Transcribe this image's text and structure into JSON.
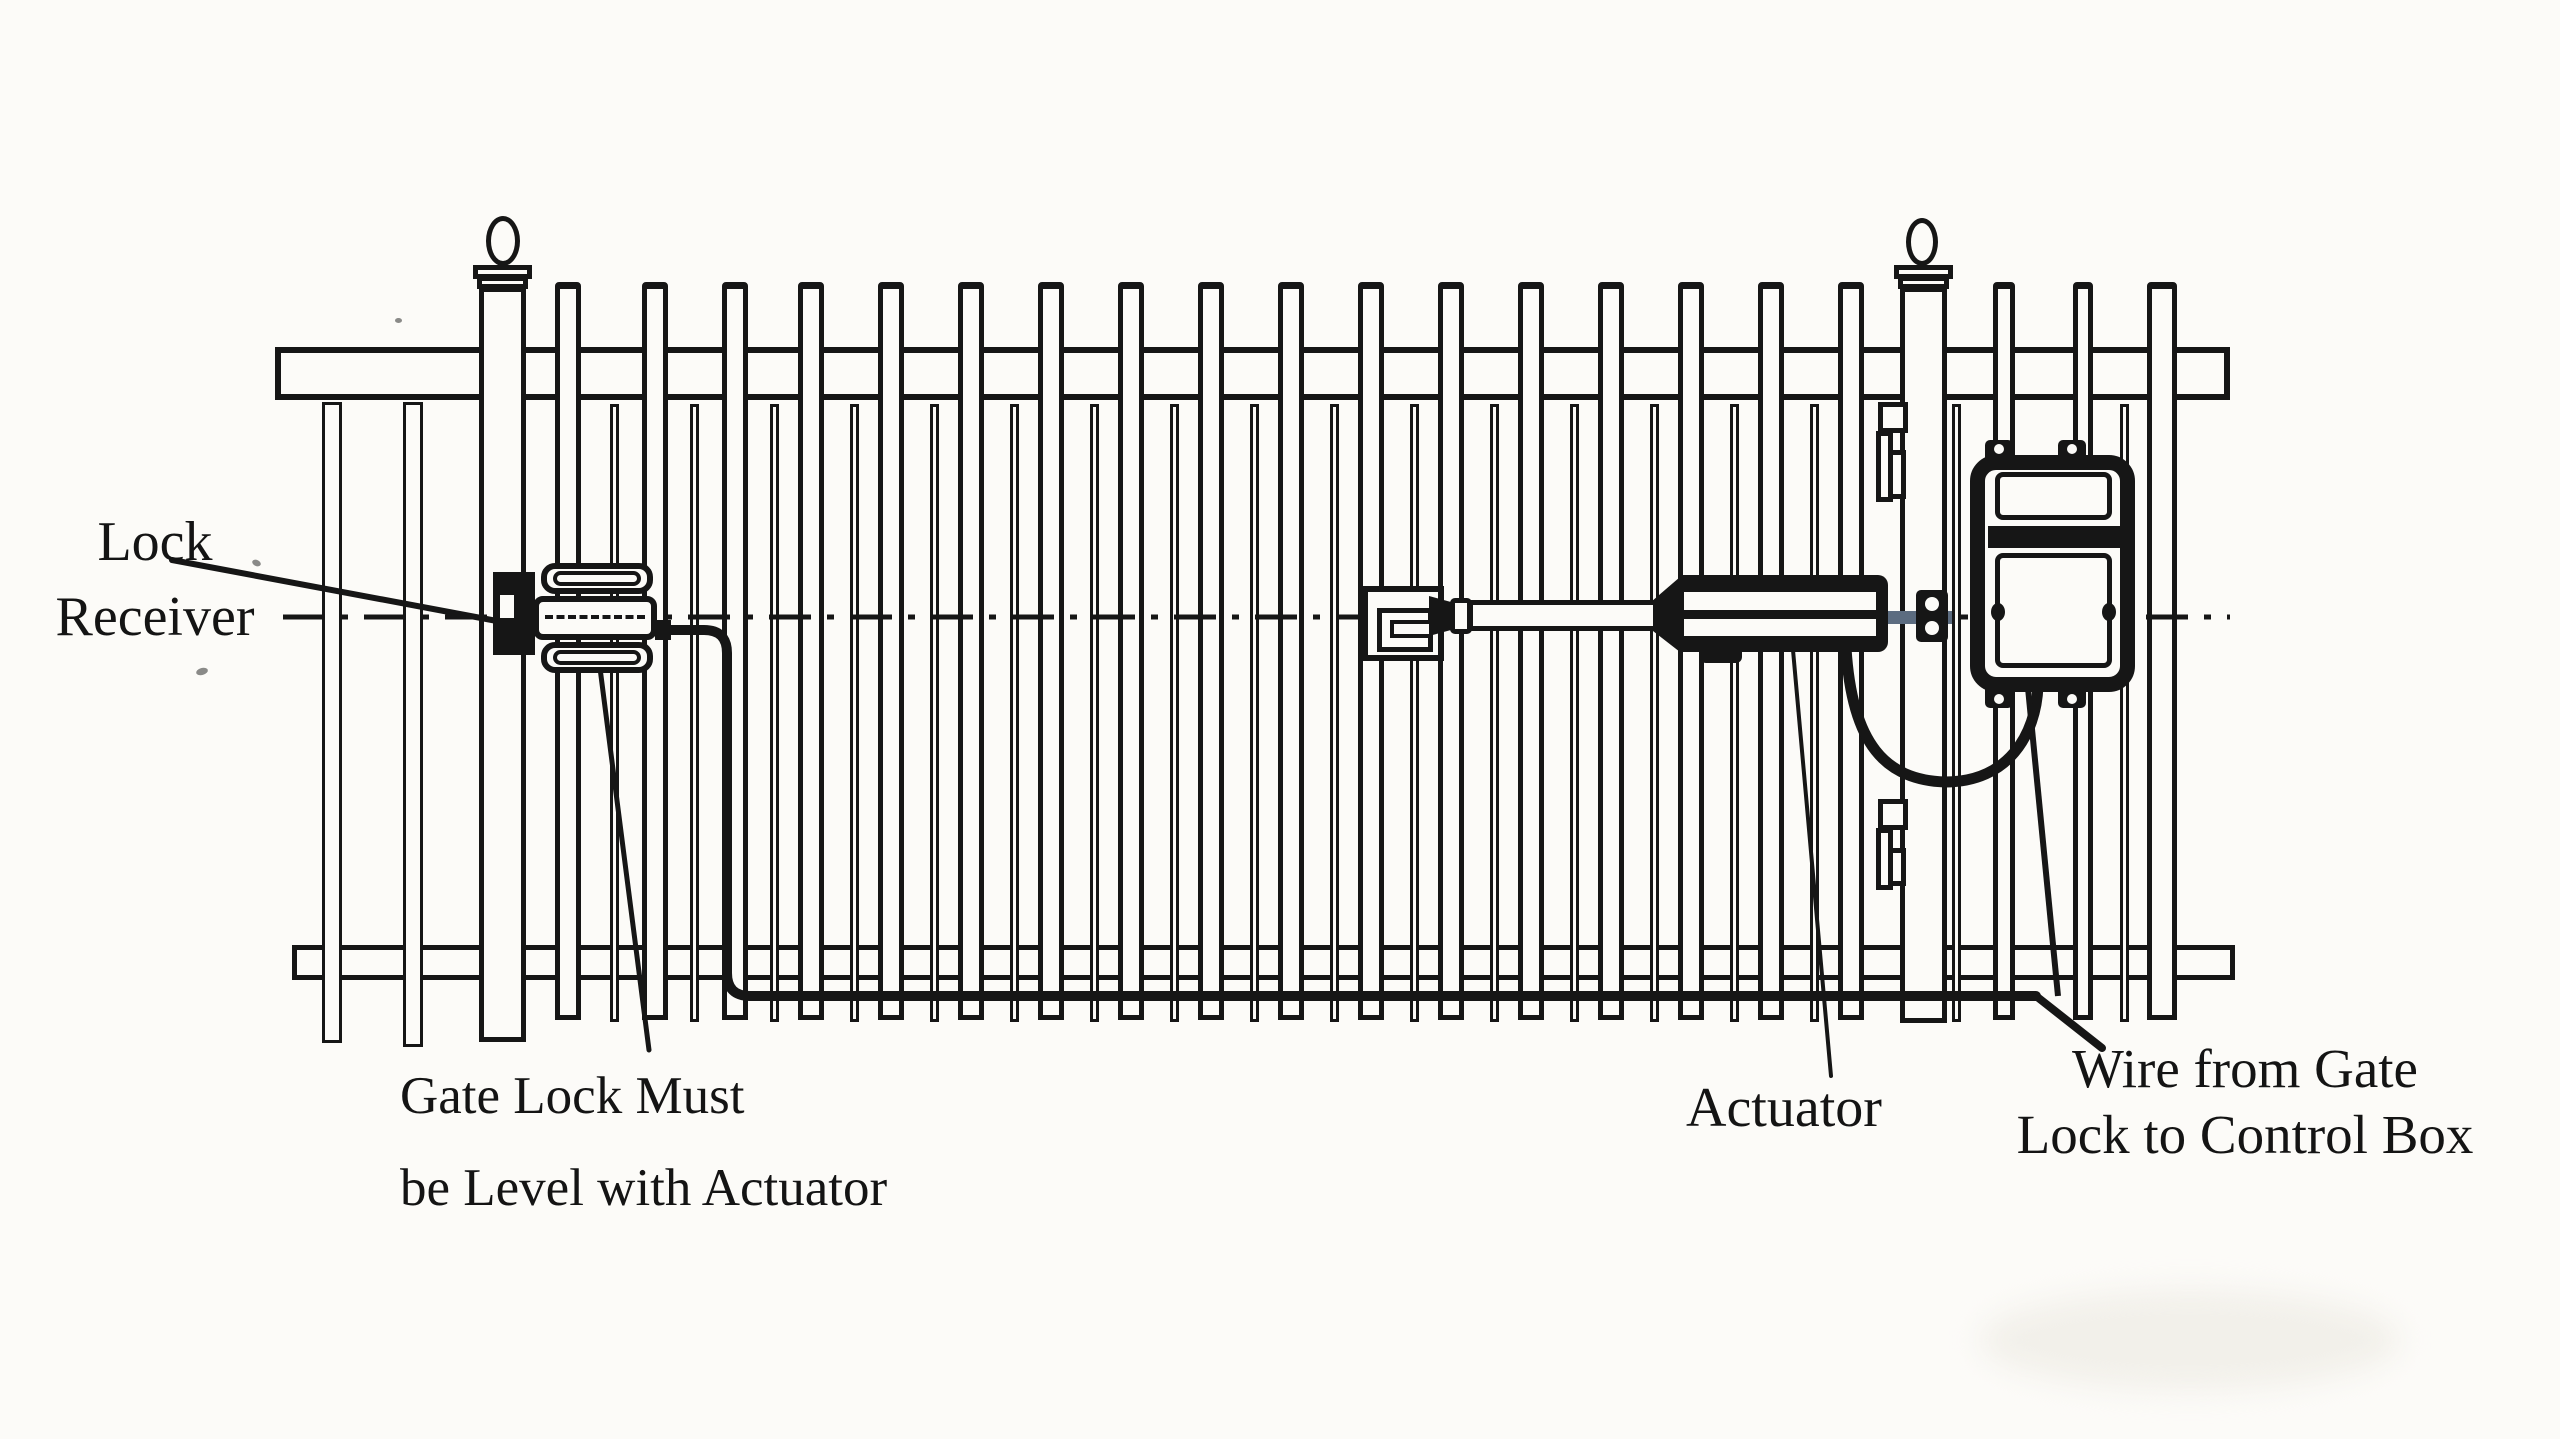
{
  "diagram": {
    "title_semantic": "gate-actuator-installation-diagram",
    "style": "black-and-white line drawing of a picket fence gate with automatic opener",
    "colors": {
      "background": "#fcfbf8",
      "ink": "#161616",
      "pin_accent": "#5c6c80",
      "smudge": "#f2f0ea"
    },
    "labels": {
      "lock_receiver": {
        "line1": "Lock",
        "line2": "Receiver"
      },
      "gate_lock_note": {
        "line1": "Gate Lock Must",
        "line2": "be Level with Actuator"
      },
      "actuator": "Actuator",
      "wire_note": {
        "line1": "Wire from Gate",
        "line2": "Lock to Control Box"
      }
    },
    "components": [
      "lock-receiver on left post",
      "gate-lock bracket on gate mid pickets",
      "linear actuator with extension rod mounted to right post",
      "control box mounted on right fence section",
      "wire from gate lock running down left stile and along bottom rail to control box",
      "wire loop from actuator to control box",
      "dash-dot alignment centerline through lock receiver, gate bracket and actuator",
      "two posts with ball finials",
      "picket fence with top and bottom rails"
    ]
  }
}
